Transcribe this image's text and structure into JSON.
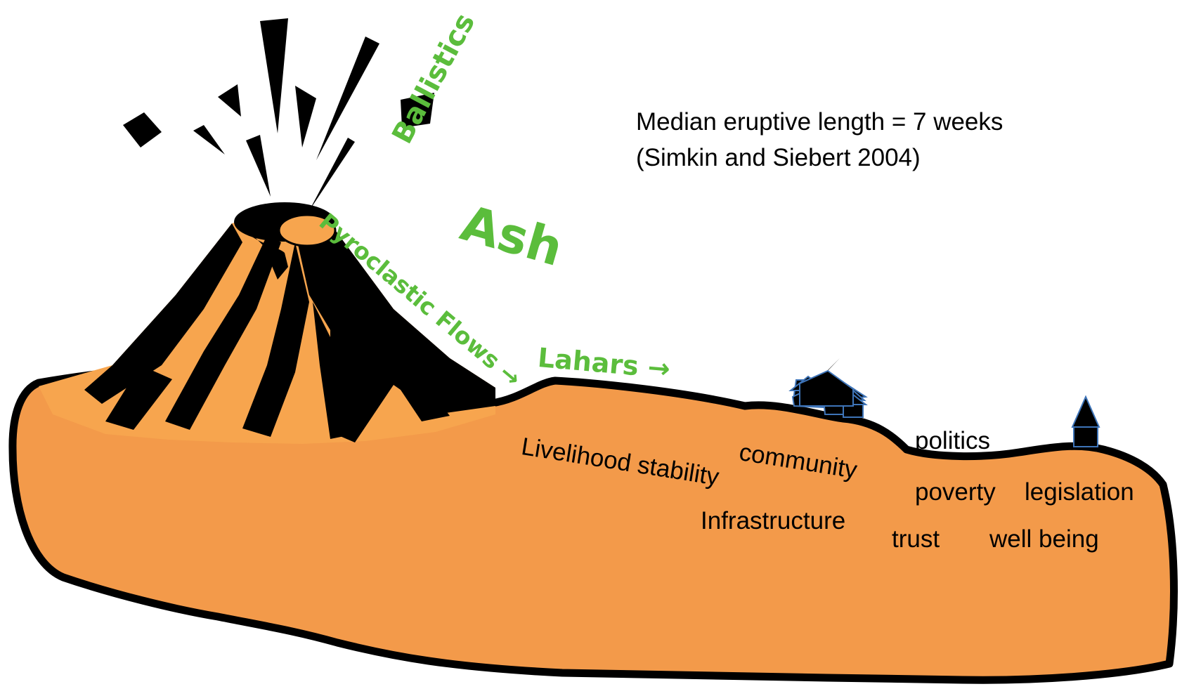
{
  "hazards": {
    "ballistics": "Ballistics",
    "ash": "Ash",
    "pyroclastic": "Pyroclastic Flows",
    "pyroclastic_arrow": "→",
    "lahars": "Lahars →"
  },
  "note": {
    "line1": "Median eruptive length = 7 weeks",
    "line2": "(Simkin and Siebert 2004)"
  },
  "factors": {
    "livelihood": "Livelihood stability",
    "community": "community",
    "politics": "politics",
    "infrastructure": "Infrastructure",
    "poverty": "poverty",
    "legislation": "legislation",
    "trust": "trust",
    "well_being": "well being"
  },
  "colors": {
    "land": "#f39a4a",
    "volcano_light": "#f7a54e",
    "outline": "#000000",
    "hazard_text": "#5bbd3c",
    "house_edge": "#3e74b8"
  },
  "icons": [
    "volcano-icon",
    "house-icon",
    "rock-icon",
    "tower-icon"
  ]
}
